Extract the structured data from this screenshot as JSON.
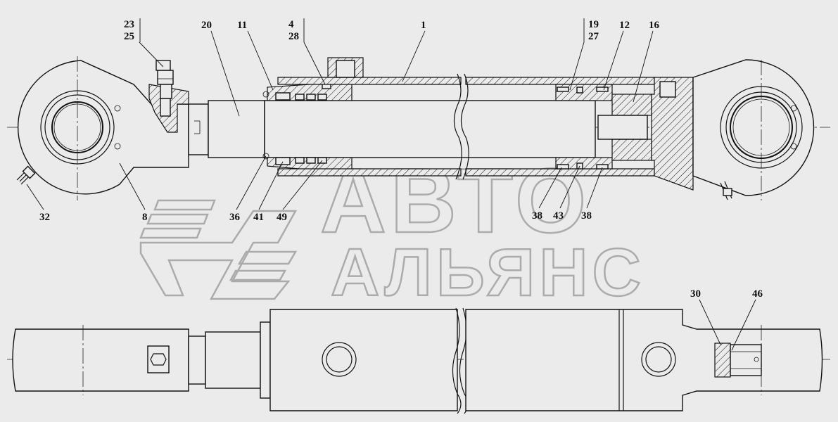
{
  "watermark": {
    "line1": "АВТО",
    "line2": "АЛЬЯНС"
  },
  "labels": {
    "l23": "23",
    "l25": "25",
    "l20": "20",
    "l11": "11",
    "l4": "4",
    "l28": "28",
    "l1": "1",
    "l19": "19",
    "l27": "27",
    "l12": "12",
    "l16": "16",
    "l32": "32",
    "l8": "8",
    "l36": "36",
    "l41": "41",
    "l49": "49",
    "l38a": "38",
    "l43": "43",
    "l38b": "38",
    "l30": "30",
    "l46": "46"
  }
}
